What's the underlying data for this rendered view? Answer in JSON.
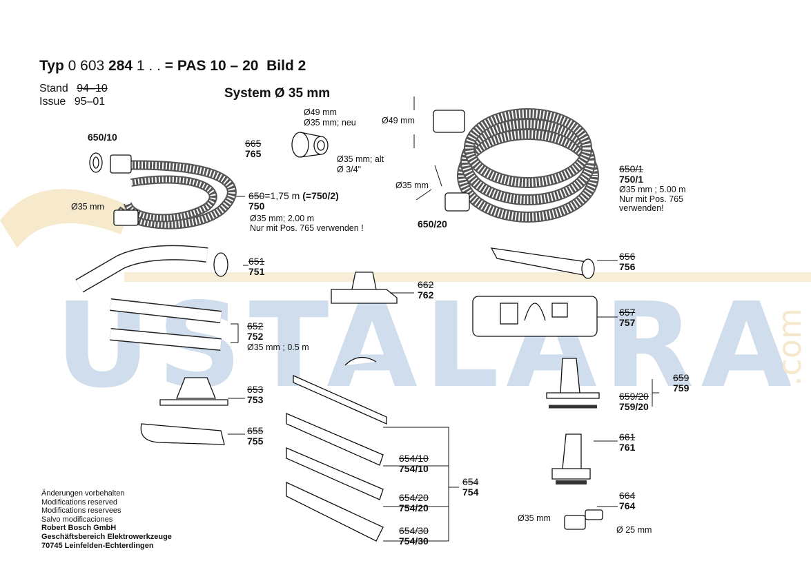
{
  "header": {
    "typ_word": "Typ",
    "typ_number_pre": "0 603",
    "typ_number_bold": "284",
    "typ_number_post": "1 . .",
    "equals": "=",
    "model": "PAS 10 – 20",
    "bild": "Bild 2"
  },
  "stand": {
    "stand_label": "Stand",
    "stand_value": "94–10",
    "issue_label": "Issue",
    "issue_value": "95–01"
  },
  "system_title": "System Ø 35 mm",
  "watermark": {
    "text": "USTALARA",
    "suffix": ".com",
    "color": "#a9c3dd",
    "accent": "#f0d7a3"
  },
  "parts": {
    "p650_10": "650/10",
    "p665_old": "665",
    "p765": "765",
    "a765_d49": "Ø49 mm",
    "a765_d35neu": "Ø35 mm; neu",
    "a765_d35alt": "Ø35 mm; alt",
    "a765_d34": "Ø 3/4\"",
    "hose_left_d35": "Ø35 mm",
    "p650_old": "650",
    "p650_len": "1,75 m",
    "p650_eq": "(=750/2)",
    "p750": "750",
    "p750_note1": "Ø35 mm; 2.00 m",
    "p750_note2": "Nur mit Pos. 765 verwenden !",
    "hose_right_d49": "Ø49 mm",
    "hose_right_d35": "Ø35 mm",
    "p650_1_old": "650/1",
    "p750_1": "750/1",
    "p750_1_note1": "Ø35 mm ; 5.00 m",
    "p750_1_note2": "Nur mit Pos. 765",
    "p750_1_note3": "verwenden!",
    "p650_20": "650/20",
    "p651_old": "651",
    "p751": "751",
    "p656_old": "656",
    "p756": "756",
    "p662_old": "662",
    "p762": "762",
    "p657_old": "657",
    "p757": "757",
    "p652_old": "652",
    "p752": "752",
    "p752_note": "Ø35 mm ; 0.5 m",
    "p653_old": "653",
    "p753": "753",
    "p659_old": "659",
    "p759": "759",
    "p659_20_old": "659/20",
    "p759_20": "759/20",
    "p655_old": "655",
    "p755": "755",
    "p654_10_old": "654/10",
    "p754_10": "754/10",
    "p654_old": "654",
    "p754": "754",
    "p654_20_old": "654/20",
    "p754_20": "754/20",
    "p654_30_old": "654/30",
    "p754_30": "754/30",
    "p661_old": "661",
    "p761": "761",
    "p664_old": "664",
    "p764": "764",
    "p764_d35": "Ø35 mm",
    "p764_d25": "Ø 25 mm"
  },
  "footer": {
    "line1": "Änderungen vorbehalten",
    "line2": "Modifications reserved",
    "line3": "Modifications reservees",
    "line4": "Salvo modificaciones",
    "line5": "Robert Bosch GmbH",
    "line6": "Geschäftsbereich Elektrowerkzeuge",
    "line7": "70745 Leinfelden-Echterdingen"
  }
}
